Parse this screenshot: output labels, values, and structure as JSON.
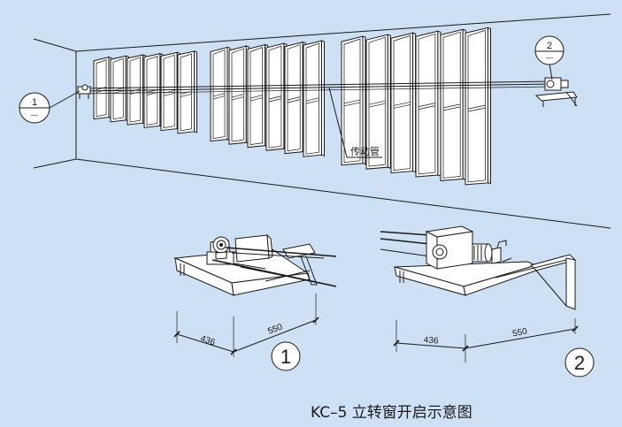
{
  "callouts": {
    "top_left": {
      "num": "1",
      "sub": "—"
    },
    "top_right": {
      "num": "2",
      "sub": "—"
    }
  },
  "labels": {
    "tube": "传动管"
  },
  "detail1": {
    "dim_a": "436",
    "dim_b": "550",
    "badge": "1"
  },
  "detail2": {
    "dim_a": "436",
    "dim_b": "550",
    "badge": "2"
  },
  "title": "KC–5 立转窗开启示意图"
}
